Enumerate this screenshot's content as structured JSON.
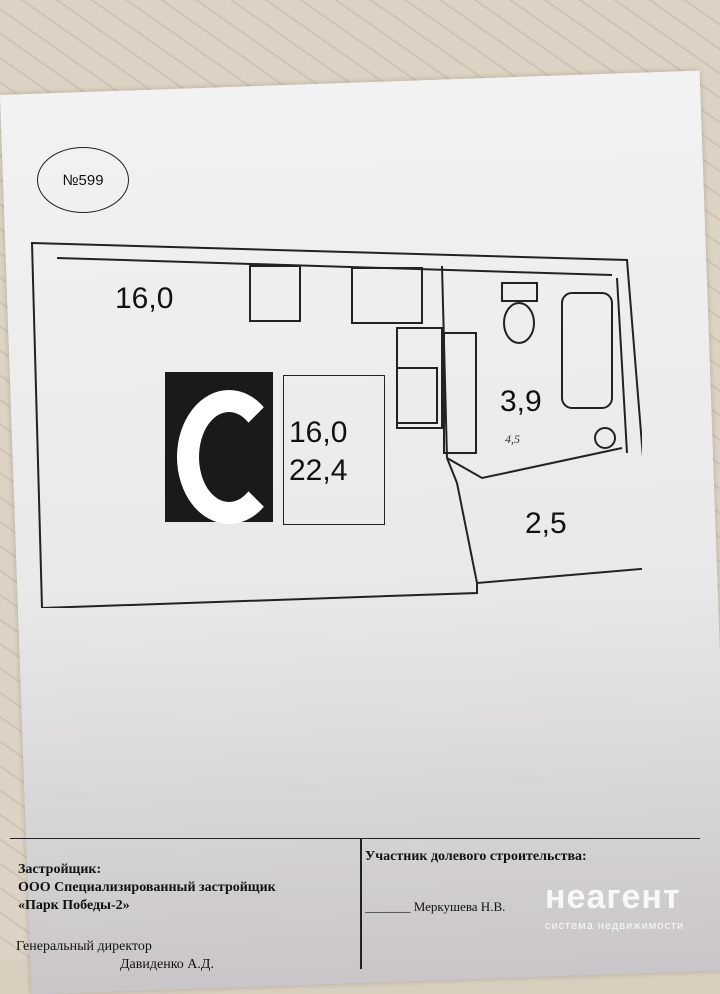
{
  "plan_number": "№599",
  "rooms": {
    "main_room": "16,0",
    "bathroom": "3,9",
    "hall": "2,5"
  },
  "summary": {
    "living_area": "16,0",
    "total_area": "22,4"
  },
  "handwritten_note": "4,5",
  "footer": {
    "developer_label": "Застройщик:",
    "developer_name": "ООО Специализированный застройщик",
    "developer_project": "«Парк Победы-2»",
    "director_title": "Генеральный директор",
    "director_name": "Давиденко А.Д.",
    "participant_label": "Участник долевого строительства:",
    "participant_name": "Меркушева Н.В."
  },
  "watermark": {
    "brand": "неагент",
    "tagline": "система недвижимости"
  }
}
